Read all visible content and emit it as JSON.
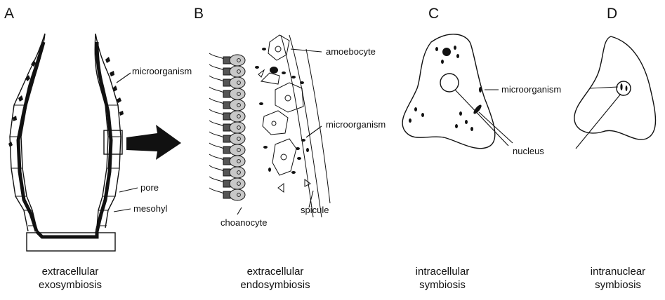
{
  "panels": {
    "a": {
      "letter": "A",
      "labels": {
        "microorganism": "microorganism",
        "pore": "pore",
        "mesohyl": "mesohyl"
      },
      "caption": [
        "extracellular",
        "exosymbiosis"
      ]
    },
    "b": {
      "letter": "B",
      "labels": {
        "amoebocyte": "amoebocyte",
        "microorganism": "microorganism",
        "choanocyte": "choanocyte",
        "spicule": "spicule"
      },
      "caption": [
        "extracellular",
        "endosymbiosis"
      ]
    },
    "c": {
      "letter": "C",
      "labels": {
        "microorganism": "microorganism",
        "nucleus": "nucleus"
      },
      "caption": [
        "intracellular",
        "symbiosis"
      ]
    },
    "d": {
      "letter": "D",
      "caption": [
        "intranuclear",
        "symbiosis"
      ]
    }
  },
  "colors": {
    "ink": "#111111",
    "background": "#ffffff",
    "choanocyte_fill": "#c8c8c8"
  }
}
